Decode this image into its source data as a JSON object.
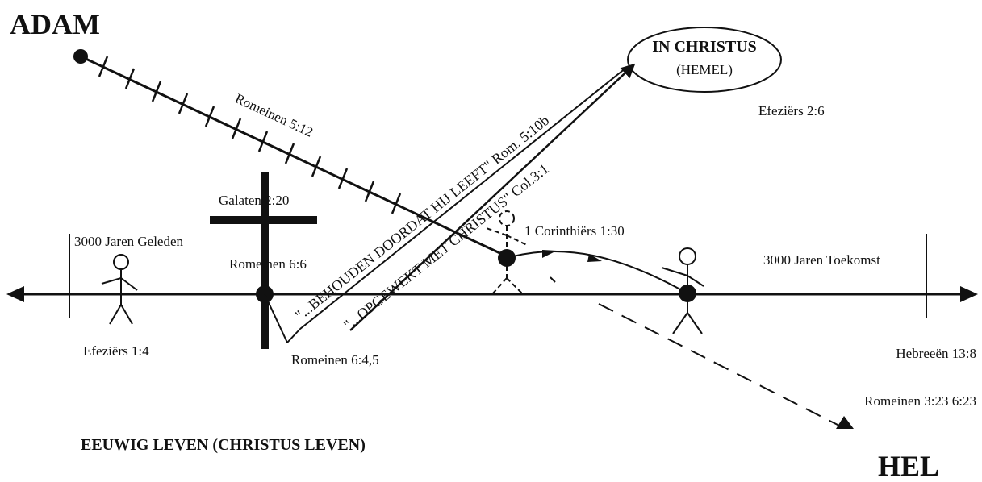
{
  "titles": {
    "top_left": "ADAM",
    "bottom_right": "HEL",
    "bottom_left": "EEUWIG LEVEN (CHRISTUS LEVEN)"
  },
  "ellipse": {
    "line1": "IN CHRISTUS",
    "line2": "(HEMEL)"
  },
  "labels": {
    "romeinen_5_12": "Romeinen 5:12",
    "efeziers_2_6": "Efeziërs 2:6",
    "galaten_2_20": "Galaten 2:20",
    "romeinen_6_6": "Romeinen 6:6",
    "corinthiers_1_30": "1 Corinthiërs 1:30",
    "jaren_geleden": "3000 Jaren Geleden",
    "jaren_toekomst": "3000 Jaren Toekomst",
    "efeziers_1_4": "Efeziërs 1:4",
    "romeinen_6_4_5": "Romeinen 6:4,5",
    "hebreeen_13_8": "Hebreeën 13:8",
    "romeinen_3_23": "Romeinen 3:23 6:23"
  },
  "diagonal": {
    "upper": "\"...BEHOUDEN DOORDAT HIJ LEEFT\" Rom. 5:10b",
    "lower": "\"...OPGEWEKT MET CHRISTUS\" Col.3:1"
  }
}
